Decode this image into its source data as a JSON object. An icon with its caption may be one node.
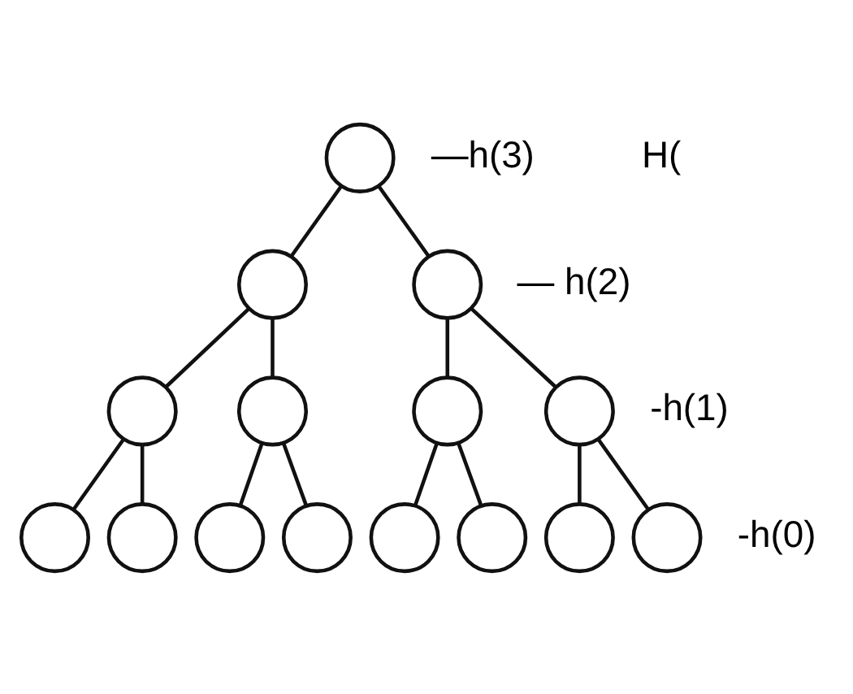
{
  "diagram": {
    "nodes": [
      {
        "text": [],
        "shape": "circle",
        "beside": [
          "—h(3)"
        ]
      },
      {
        "text": [],
        "shape": "circle"
      },
      {
        "text": [],
        "shape": "circle",
        "beside": [
          "— h(2)"
        ]
      },
      {
        "text": [],
        "shape": "circle"
      },
      {
        "text": [],
        "shape": "circle"
      },
      {
        "text": [],
        "shape": "circle"
      },
      {
        "text": [],
        "shape": "circle",
        "beside": [
          "-h(1)"
        ]
      },
      {
        "text": [],
        "shape": "circle"
      },
      {
        "text": [],
        "shape": "circle"
      },
      {
        "text": [],
        "shape": "circle"
      },
      {
        "text": [],
        "shape": "circle"
      },
      {
        "text": [],
        "shape": "circle"
      },
      {
        "text": [],
        "shape": "circle"
      },
      {
        "text": [],
        "shape": "circle"
      },
      {
        "text": [],
        "shape": "circle",
        "beside": [
          "-h(0)"
        ]
      }
    ],
    "edges": [
      {
        "from": 0,
        "to": 1,
        "arrow": "none"
      },
      {
        "from": 0,
        "to": 2,
        "arrow": "none"
      },
      {
        "from": 1,
        "to": 3,
        "arrow": "none"
      },
      {
        "from": 1,
        "to": 4,
        "arrow": "none"
      },
      {
        "from": 2,
        "to": 5,
        "arrow": "none"
      },
      {
        "from": 2,
        "to": 6,
        "arrow": "none"
      },
      {
        "from": 3,
        "to": 7,
        "arrow": "none"
      },
      {
        "from": 3,
        "to": 8,
        "arrow": "none"
      },
      {
        "from": 4,
        "to": 9,
        "arrow": "none"
      },
      {
        "from": 4,
        "to": 10,
        "arrow": "none"
      },
      {
        "from": 5,
        "to": 11,
        "arrow": "none"
      },
      {
        "from": 5,
        "to": 12,
        "arrow": "none"
      },
      {
        "from": 6,
        "to": 13,
        "arrow": "none"
      },
      {
        "from": 6,
        "to": 14,
        "arrow": "none"
      }
    ],
    "labels": [
      "H("
    ]
  }
}
